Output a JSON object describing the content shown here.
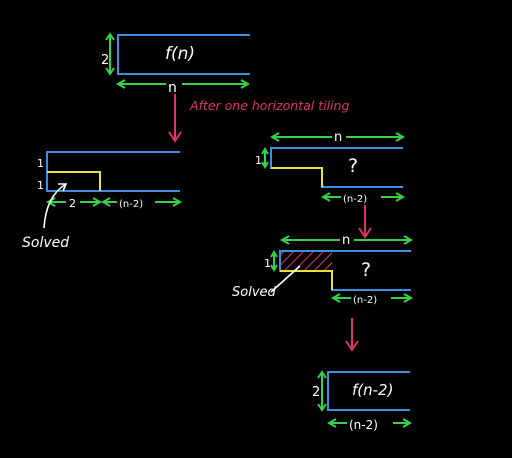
{
  "colors": {
    "background": "#000000",
    "grid_line": "#3b8fe0",
    "dimension": "#35d24a",
    "arrow_red": "#e0336a",
    "yellow": "#e8e23a",
    "text": "#ffffff",
    "hatch": "#e0336a"
  },
  "top": {
    "function_label": "f(n)",
    "height_label": "2",
    "width_label": "n"
  },
  "step1_caption": "After one horizontal tiling",
  "left_case": {
    "row1_label": "1",
    "row2_label": "1",
    "width_2_label": "2",
    "width_rest_label": "(n-2)",
    "solved_label": "Solved"
  },
  "right_case": {
    "width_label": "n",
    "height_label": "1",
    "question": "?",
    "width_rest_label": "(n-2)"
  },
  "right_case2": {
    "width_label": "n",
    "height_label": "1",
    "question": "?",
    "width_rest_label": "(n-2)",
    "solved_label": "Solved"
  },
  "final": {
    "height_label": "2",
    "function_label": "f(n-2)",
    "width_label": "(n-2)"
  }
}
